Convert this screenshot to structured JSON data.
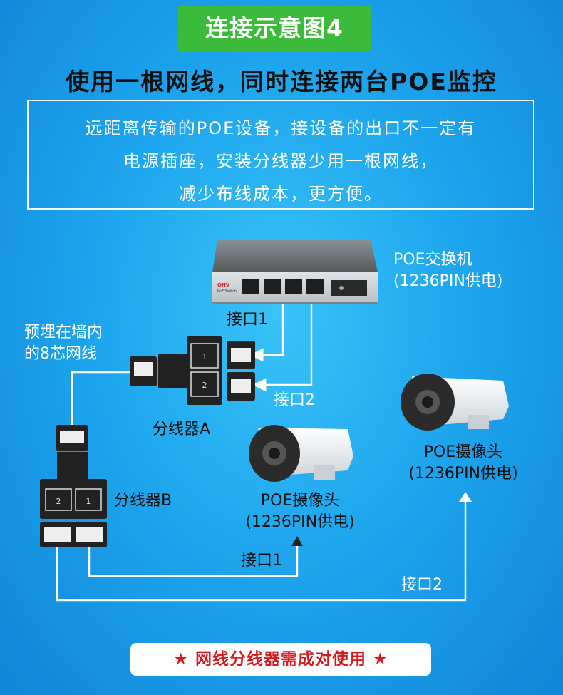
{
  "title": "连接示意图4",
  "headline": "使用一根网线，同时连接两台POE监控",
  "description": [
    "远距离传输的POE设备，接设备的出口不一定有",
    "电源插座，安装分线器少用一根网线，",
    "减少布线成本，更方便。"
  ],
  "switch": {
    "label_line1": "POE交换机",
    "label_line2": "(1236PIN供电)",
    "brand": "ONV",
    "model": "PoE Switch"
  },
  "wall_cable": {
    "line1": "预埋在墙内",
    "line2": "的8芯网线"
  },
  "splitter_a": {
    "label": "分线器A",
    "port_1": "1",
    "port_2": "2"
  },
  "splitter_b": {
    "label": "分线器B",
    "port_1": "1",
    "port_2": "2"
  },
  "camera_left": {
    "line1": "POE摄像头",
    "line2": "(1236PIN供电)"
  },
  "camera_right": {
    "line1": "POE摄像头",
    "line2": "(1236PIN供电)"
  },
  "ports": {
    "switch_port1": "接口1",
    "switch_port2": "接口2",
    "bottom_port1": "接口1",
    "bottom_port2": "接口2"
  },
  "footer": {
    "star": "★",
    "text": "网线分线器需成对使用"
  },
  "colors": {
    "background": "#1ea6ee",
    "title_green": "#3cba3a",
    "footer_text": "#d8191e"
  }
}
